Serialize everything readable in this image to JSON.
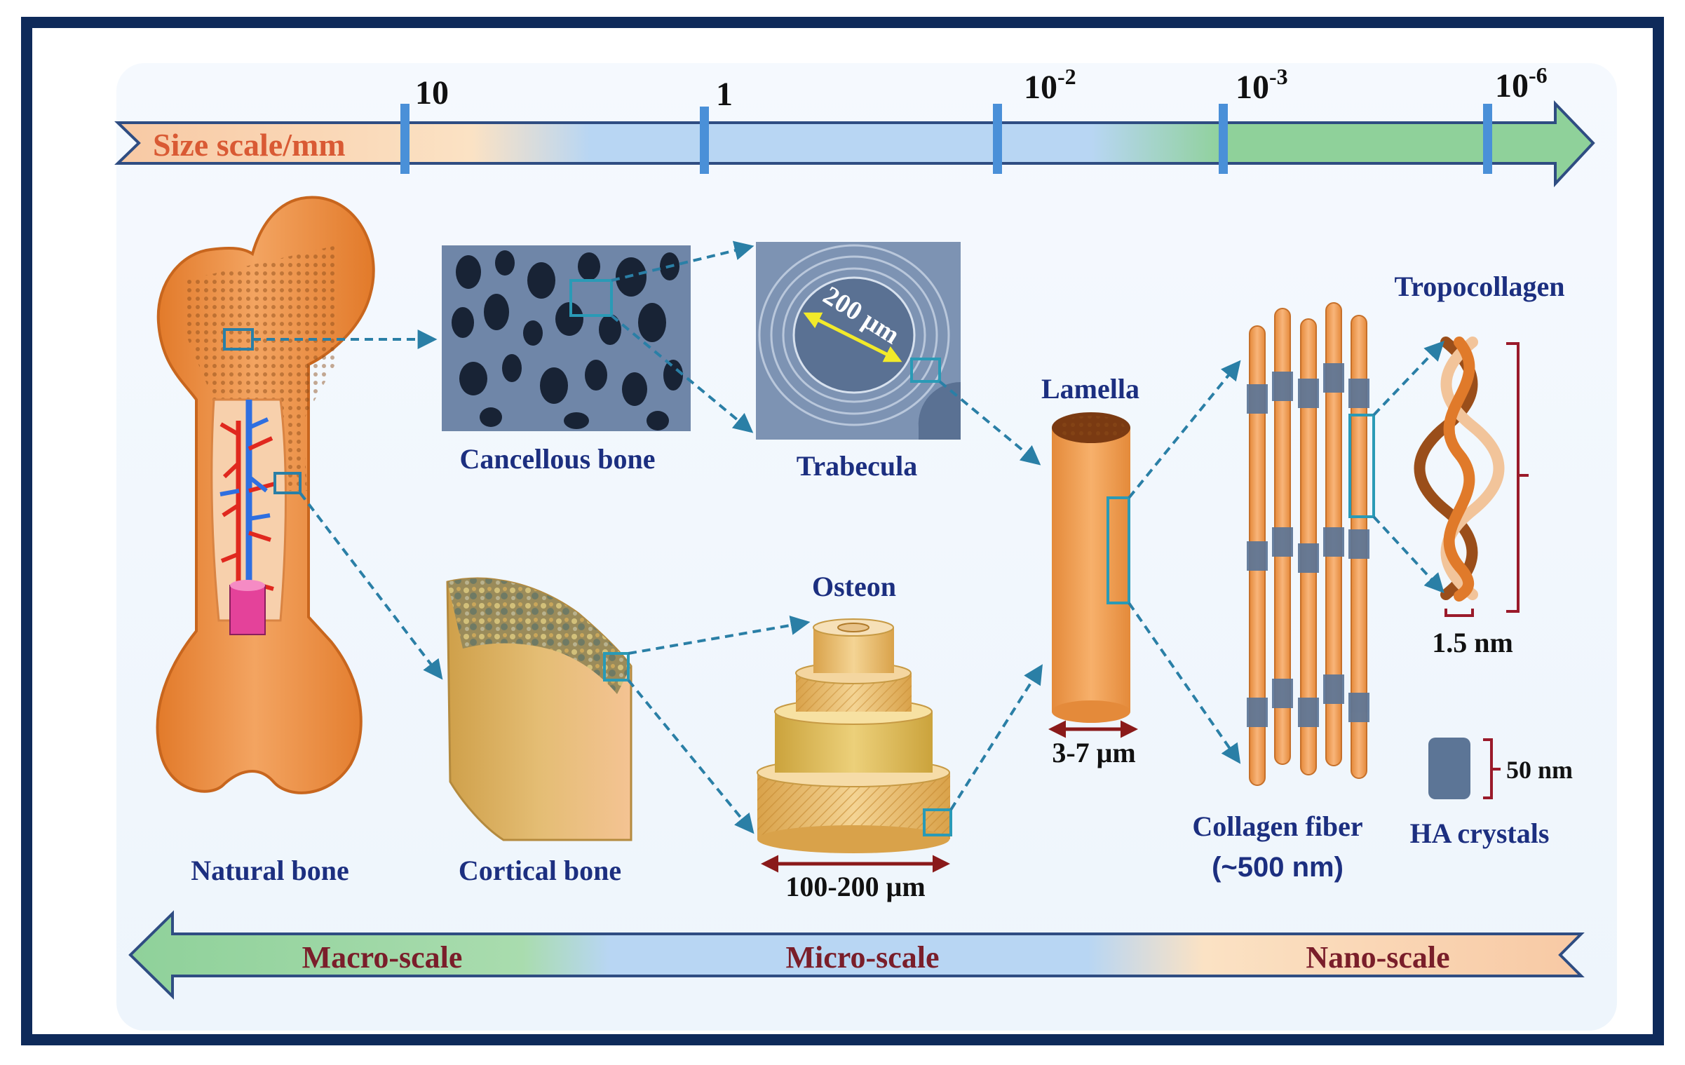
{
  "size_scale": {
    "label": "Size scale/mm",
    "ticks": [
      {
        "base": "10",
        "exp": ""
      },
      {
        "base": "1",
        "exp": ""
      },
      {
        "base": "10",
        "exp": "-2"
      },
      {
        "base": "10",
        "exp": "-3"
      },
      {
        "base": "10",
        "exp": "-6"
      }
    ]
  },
  "structures": {
    "natural_bone": "Natural bone",
    "cancellous_bone": "Cancellous bone",
    "trabecula": "Trabecula",
    "trabecula_dim": "200 μm",
    "cortical_bone": "Cortical bone",
    "osteon": "Osteon",
    "osteon_dim": "100-200 μm",
    "lamella": "Lamella",
    "lamella_dim": "3-7 μm",
    "collagen_fiber": "Collagen fiber",
    "collagen_fiber_dim": "(~500 nm)",
    "tropocollagen": "Tropocollagen",
    "tropocollagen_dim": "1.5 nm",
    "ha_crystals": "HA crystals",
    "ha_dim": "50 nm"
  },
  "scales": {
    "macro": "Macro-scale",
    "micro": "Micro-scale",
    "nano": "Nano-scale"
  },
  "colors": {
    "frame": "#0e2a5a",
    "label_text": "#1c2f80",
    "scale_text": "#7a1e2a",
    "bone": "#e8873a",
    "connector": "#2a7fa6",
    "ha_crystal": "#5c7596"
  }
}
